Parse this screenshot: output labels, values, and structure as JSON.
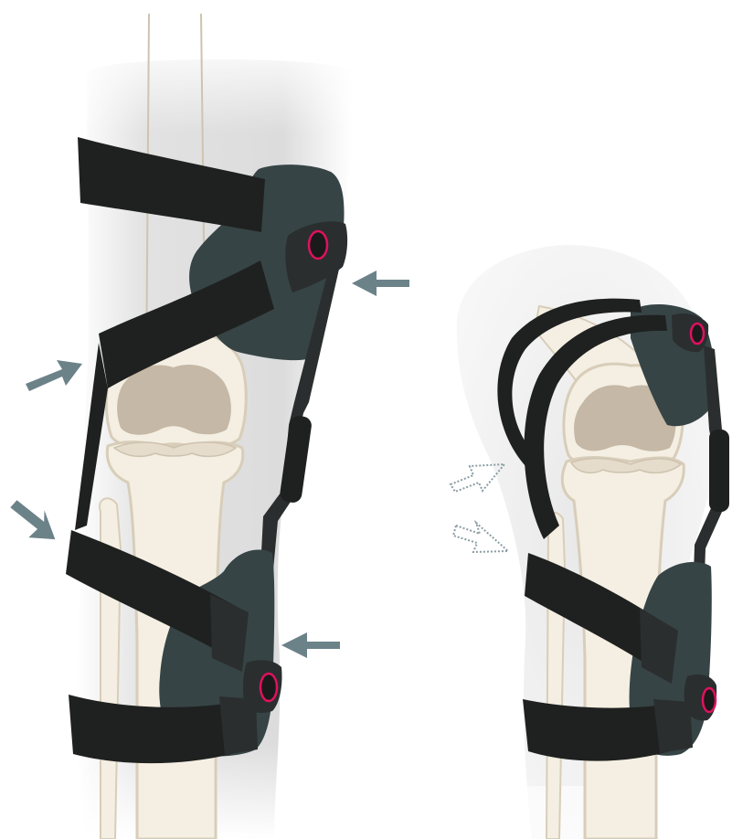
{
  "figure": {
    "panels": [
      {
        "id": "extended-leg",
        "state": "straight",
        "arrows": 4,
        "arrow_style": "solid"
      },
      {
        "id": "flexed-leg",
        "state": "bent",
        "arrows": 2,
        "arrow_style": "dotted-outline"
      }
    ],
    "components": [
      "thigh-strap",
      "diagonal-strap",
      "tibia-strap",
      "calf-strap",
      "upper-shell",
      "lower-shell",
      "hinge-bar",
      "hinge-pivot"
    ]
  },
  "colors": {
    "background": "#ffffff",
    "skin_shadow": "#d9d9d9",
    "bone": "#f4efe2",
    "bone_outline": "#cfc3b0",
    "cartilage": "#c5b8a6",
    "strap": "#1f2120",
    "shell": "#364445",
    "hinge": "#2b2e2f",
    "pivot_accent": "#e0115f",
    "arrow": "#6c8289"
  }
}
